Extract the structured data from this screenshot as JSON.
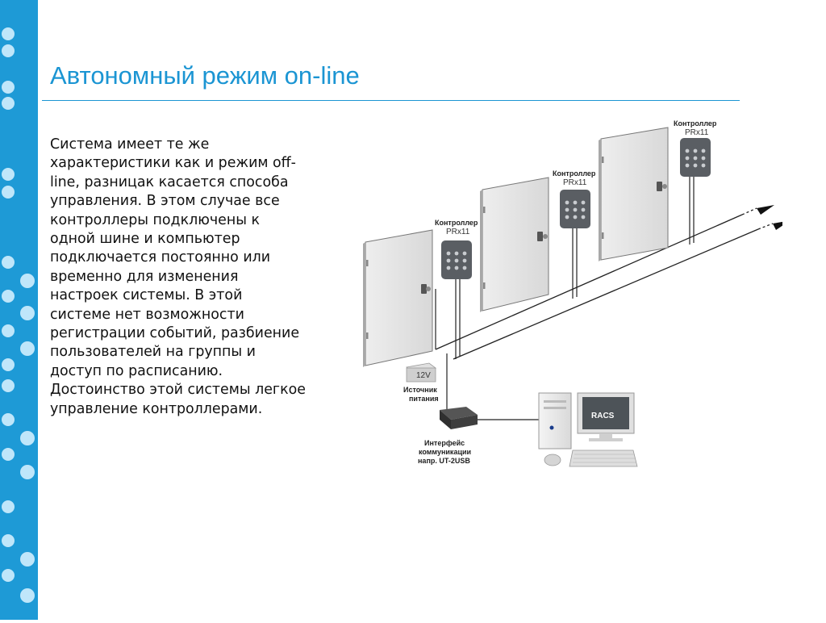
{
  "slide": {
    "title": "Автономный режим on-line",
    "body": "Система имеет те же\nхарактеристики как и  режим off-\nline, разницак касается способа\nуправления. В этом случае все\nконтроллеры подключены к\nодной шине и компьютер\nподключается постоянно или\nвременно для изменения\nнастроек системы. В этой\nсистеме нет возможности\nрегистрации событий, разбиение\nпользователей на группы и\nдоступ по расписанию.\nДостоинство этой системы легкое\nуправление контроллерами."
  },
  "diagram": {
    "controllers": [
      {
        "label": "Контроллер",
        "model": "PRx11"
      },
      {
        "label": "Контроллер",
        "model": "PRx11"
      },
      {
        "label": "Контроллер",
        "model": "PRx11"
      }
    ],
    "power_supply": {
      "voltage": "12V",
      "label_line1": "Источник",
      "label_line2": "питания"
    },
    "interface": {
      "line1": "Интерфейс",
      "line2": "коммуникации",
      "line3": "напр. UT-2USB"
    },
    "monitor_text": "RACS"
  },
  "colors": {
    "accent": "#1e9ad6",
    "title": "#1b95d3",
    "dot_dark": "#1aa0e0",
    "dot_light": "#bfe6fa"
  }
}
